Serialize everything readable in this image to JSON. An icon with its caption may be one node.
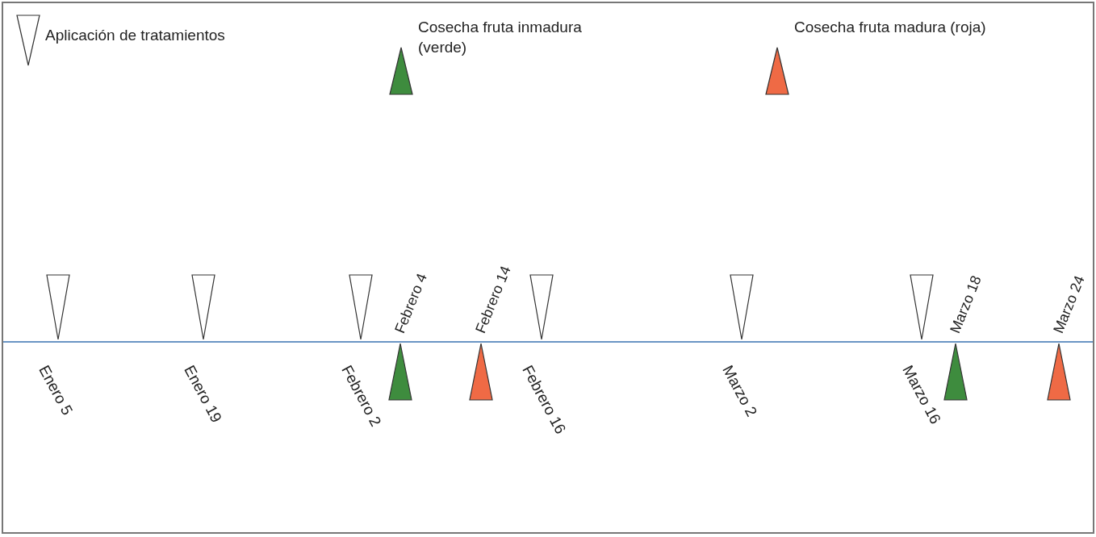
{
  "diagram": {
    "nodes": [
      {
        "text": [],
        "shape": "triangle",
        "beside": [
          "Enero 5"
        ]
      },
      {
        "text": [],
        "shape": "triangle",
        "beside": [
          "Enero 19"
        ]
      },
      {
        "text": [],
        "shape": "triangle"
      },
      {
        "text": [],
        "shape": "triangle",
        "beside": [
          "Febrero 4"
        ]
      },
      {
        "text": [],
        "shape": "triangle",
        "beside": [
          "Febrero 14"
        ]
      },
      {
        "text": [],
        "shape": "triangle",
        "beside": [
          "Febrero 16"
        ]
      },
      {
        "text": [],
        "shape": "triangle",
        "beside": [
          "Marzo 2"
        ]
      },
      {
        "text": [],
        "shape": "triangle"
      },
      {
        "text": [],
        "shape": "triangle",
        "beside": [
          "Marzo 18"
        ]
      },
      {
        "text": [],
        "shape": "triangle",
        "beside": [
          "Marzo 24"
        ]
      }
    ],
    "labels": [
      "Febrero 2",
      "Marzo 16"
    ],
    "legend": [
      {
        "text": "Aplicación de tratamientos",
        "color": "#ffffff"
      },
      {
        "text": "Cosecha fruta inmadura (verde)",
        "color": "#3e8c3e"
      },
      {
        "text": "Cosecha fruta madura (roja)",
        "color": "#ef6a45"
      }
    ]
  }
}
